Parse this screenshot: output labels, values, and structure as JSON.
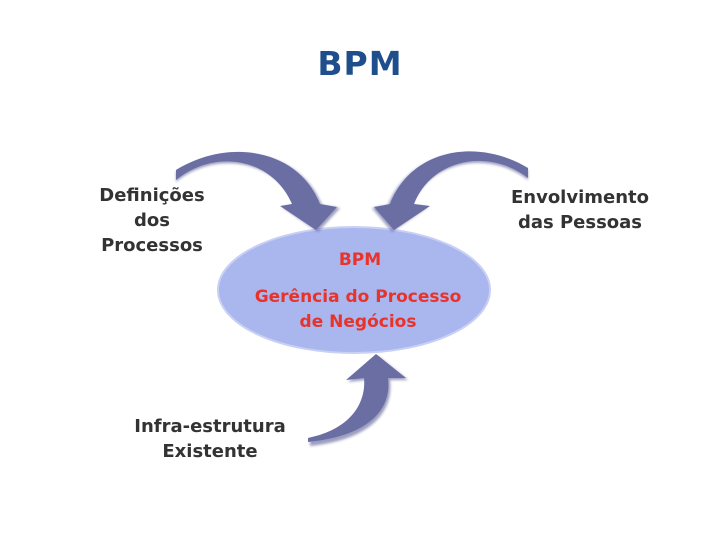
{
  "title": "BPM",
  "colors": {
    "title": "#1f4e8c",
    "arrow": "#6a6ea3",
    "ellipse": "#aab6ee",
    "center_text": "#e8322a",
    "label_text": "#333333"
  },
  "center": {
    "title": "BPM",
    "line1": "Gerência do Processo",
    "line2": "de Negócios"
  },
  "inputs": [
    {
      "lines": [
        "Definições",
        "dos",
        "Processos"
      ]
    },
    {
      "lines": [
        "Envolvimento",
        "das Pessoas"
      ]
    },
    {
      "lines": [
        "Infra-estrutura",
        "Existente"
      ]
    }
  ]
}
